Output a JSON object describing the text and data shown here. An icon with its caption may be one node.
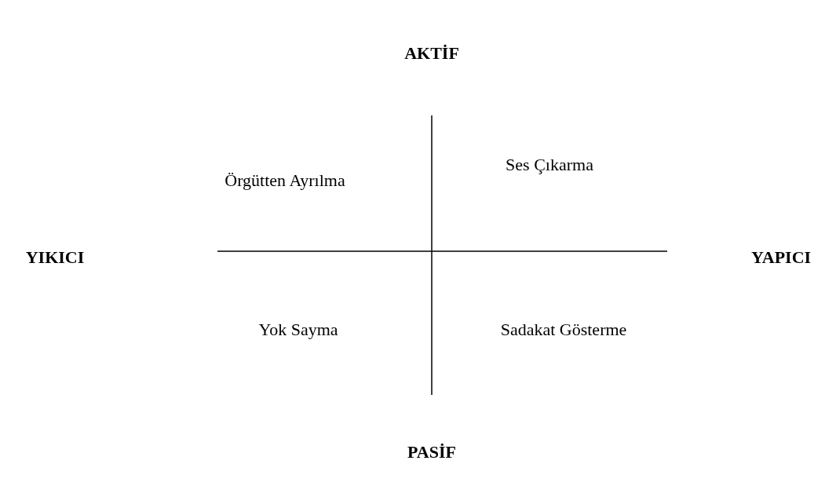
{
  "diagram": {
    "labels": [
      "AKTİF",
      "Örgütten Ayrılma",
      "Ses Çıkarma",
      "YIKICI",
      "YAPICI",
      "Yok Sayma",
      "Sadakat Gösterme",
      "PASİF"
    ]
  }
}
